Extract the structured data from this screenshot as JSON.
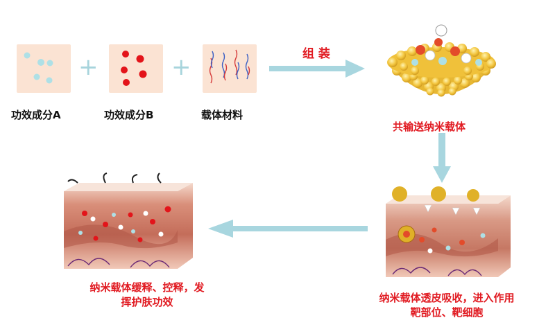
{
  "inputs": [
    {
      "label": "功效成分A"
    },
    {
      "label": "功效成分B"
    },
    {
      "label": "载体材料"
    }
  ],
  "plus_sign": "+",
  "assemble_label": "组 装",
  "carrier_label": "共输送纳米载体",
  "release_caption": [
    "纳米载体缓释、控释，发",
    "挥护肤功效"
  ],
  "absorb_caption": [
    "纳米载体透皮吸收，进入作用",
    "靶部位、靶细胞"
  ],
  "colors": {
    "card_bg": "#fbe3d3",
    "dot_blue": "#aee0e6",
    "dot_red": "#e3141a",
    "arrow": "#a8d6df",
    "caption_red": "#e11b22",
    "carrier_gold": "#f2c43c"
  }
}
